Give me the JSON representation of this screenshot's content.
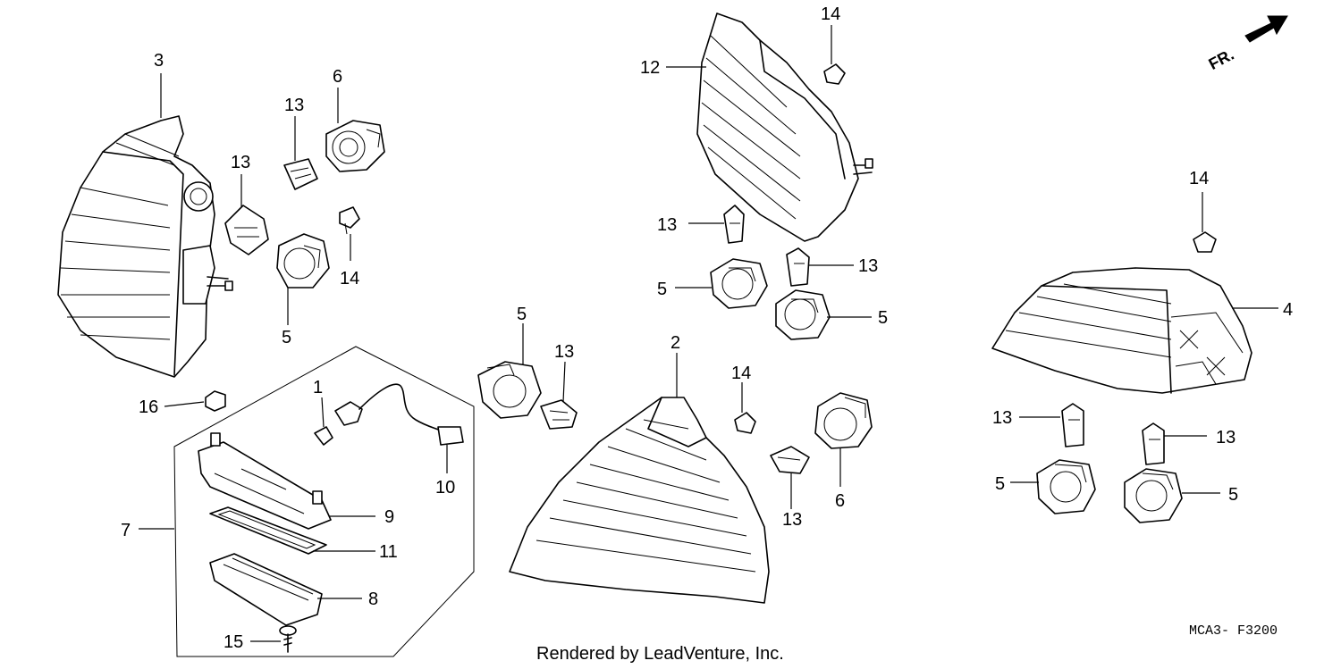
{
  "diagram": {
    "callouts": {
      "c3": "3",
      "c13a": "13",
      "c6a": "6",
      "c13b": "13",
      "c14a": "14",
      "c5a": "5",
      "c16": "16",
      "c1": "1",
      "c10": "10",
      "c7": "7",
      "c9": "9",
      "c11": "11",
      "c8": "8",
      "c15": "15",
      "c12": "12",
      "c14b": "14",
      "c13c": "13",
      "c5b": "5",
      "c13d": "13",
      "c5c": "5",
      "c5d": "5",
      "c13e": "13",
      "c2": "2",
      "c14c": "14",
      "c6b": "6",
      "c13f": "13",
      "c14d": "14",
      "c4": "4",
      "c13g": "13",
      "c13h": "13",
      "c5e": "5",
      "c5f": "5"
    },
    "direction_label": "FR.",
    "diagram_code": "MCA3- F3200",
    "footer": "Rendered by LeadVenture, Inc."
  }
}
